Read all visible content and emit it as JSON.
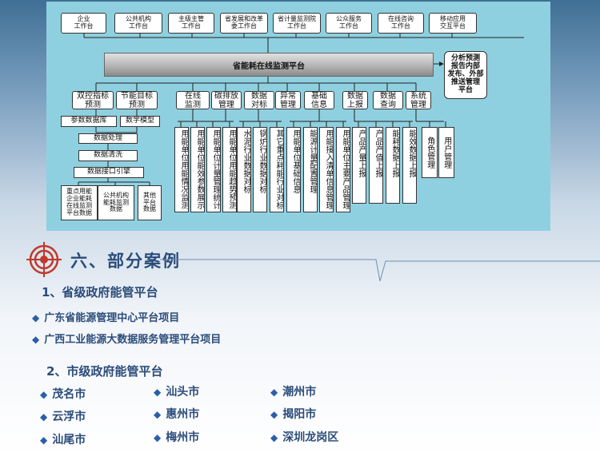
{
  "diagram": {
    "top_boxes": [
      "企业\n工作台",
      "公共机构\n工作台",
      "主级主管\n工作台",
      "省发展和改革\n委工作台",
      "省计量监测院\n工作台",
      "公众服务\n工作台",
      "在线咨询\n工作台",
      "移动应用\n交互平台"
    ],
    "platform": "省能耗在线监测平台",
    "side_box": "分析预测\n报告内部\n发布、外部\n推送管理\n平台",
    "left_modules": [
      "双控指标\n预测",
      "节能目标\n预测"
    ],
    "left_chain": [
      "参数数据库",
      "数学模型",
      "数据处理",
      "数据清洗",
      "数据接口引擎"
    ],
    "sources": [
      "重点用能\n企业能耗\n在线监测\n平台数据",
      "公共机构\n能耗监测\n数据",
      "其他\n平台\n数据"
    ],
    "mid_modules": [
      "在线\n监测",
      "碳排放\n管理",
      "数据\n对标",
      "异常\n管理",
      "基础\n信息",
      "数据\n上报",
      "数据\n查询",
      "系统\n管理"
    ],
    "vert_items": [
      "用能单位用能情况监测",
      "用能单位能效参数展示",
      "用能单位计量管理统计",
      "用能单位用能趋势预测",
      "水泥行业数据对标",
      "锅炉行业数据对标",
      "其它重点耗能行业对标",
      "用能单位基础信息",
      "能源计量配置管理",
      "用能接入清单信息管理",
      "用能单位主要产品管理",
      "产品产量上报",
      "产品产值上报",
      "能耗数据上报",
      "能效数据上报",
      "角色管理",
      "用户管理"
    ]
  },
  "section": {
    "title": "六、部分案例",
    "sub1": "1、省级政府能管平台",
    "projects": [
      "广东省能源管理中心平台项目",
      "广西工业能源大数据服务管理平台项目"
    ],
    "sub2": "2、市级政府能管平台",
    "cities": [
      "茂名市",
      "汕头市",
      "潮州市",
      "云浮市",
      "惠州市",
      "揭阳市",
      "汕尾市",
      "梅州市",
      "深圳龙岗区"
    ]
  }
}
